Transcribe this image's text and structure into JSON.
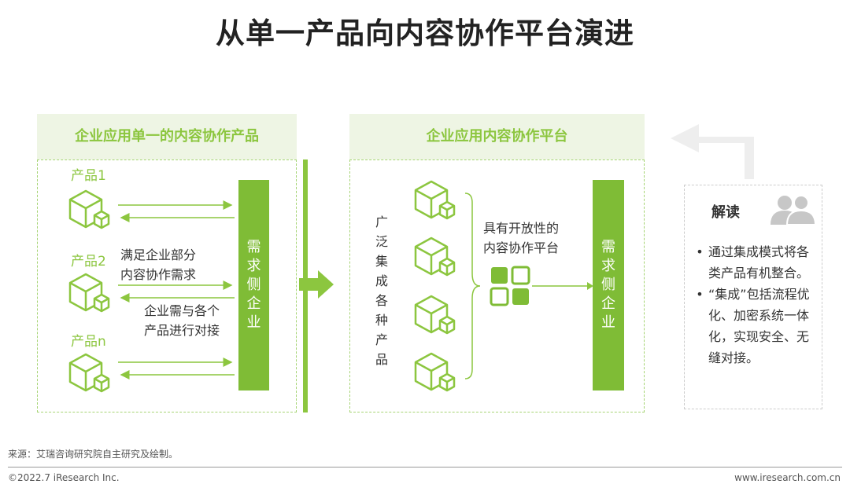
{
  "title": "从单一产品向内容协作平台演进",
  "left_panel": {
    "header": "企业应用单一的内容协作产品",
    "products": [
      "产品1",
      "产品2",
      "产品n"
    ],
    "note1_line1": "满足企业部分",
    "note1_line2": "内容协作需求",
    "note2_line1": "企业需与各个",
    "note2_line2": "产品进行对接",
    "demand_side": "需求侧企业"
  },
  "right_panel": {
    "header": "企业应用内容协作平台",
    "integrate_label": "广泛集成各种产品",
    "open_line1": "具有开放性的",
    "open_line2": "内容协作平台",
    "demand_side": "需求侧企业"
  },
  "interpretation": {
    "title": "解读",
    "bullet1": "通过集成模式将各类产品有机整合。",
    "bullet2": "“集成”包括流程优化、加密系统一体化，实现安全、无缝对接。"
  },
  "footer": {
    "source": "来源：艾瑞咨询研究院自主研究及绘制。",
    "copyright": "©2022.7 iResearch Inc.",
    "website": "www.iresearch.com.cn"
  },
  "colors": {
    "accent": "#8cc63f",
    "bar": "#7fbc36",
    "header_bg": "#eef5e4"
  }
}
